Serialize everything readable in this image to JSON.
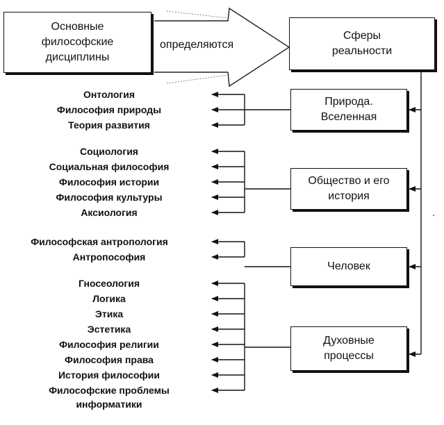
{
  "header": {
    "left_box": [
      "Основные",
      "философские",
      "дисциплины"
    ],
    "arrow_label": "определяются",
    "right_box": [
      "Сферы",
      "реальности"
    ]
  },
  "spheres": [
    {
      "lines": [
        "Природа.",
        "Вселенная"
      ],
      "disciplines": [
        "Онтология",
        "Философия природы",
        "Теория развития"
      ]
    },
    {
      "lines": [
        "Общество и его",
        "история"
      ],
      "disciplines": [
        "Социология",
        "Социальная философия",
        "Философия истории",
        "Философия культуры",
        "Аксиология"
      ]
    },
    {
      "lines": [
        "Человек"
      ],
      "disciplines": [
        "Философская антропология",
        "Антропософия"
      ]
    },
    {
      "lines": [
        "Духовные",
        "процессы"
      ],
      "disciplines": [
        "Гносеология",
        "Логика",
        "Этика",
        "Эстетика",
        "Философия религии",
        "Философия права",
        "История философии",
        [
          "Философские проблемы",
          "информатики"
        ]
      ]
    }
  ],
  "stray_mark": "."
}
